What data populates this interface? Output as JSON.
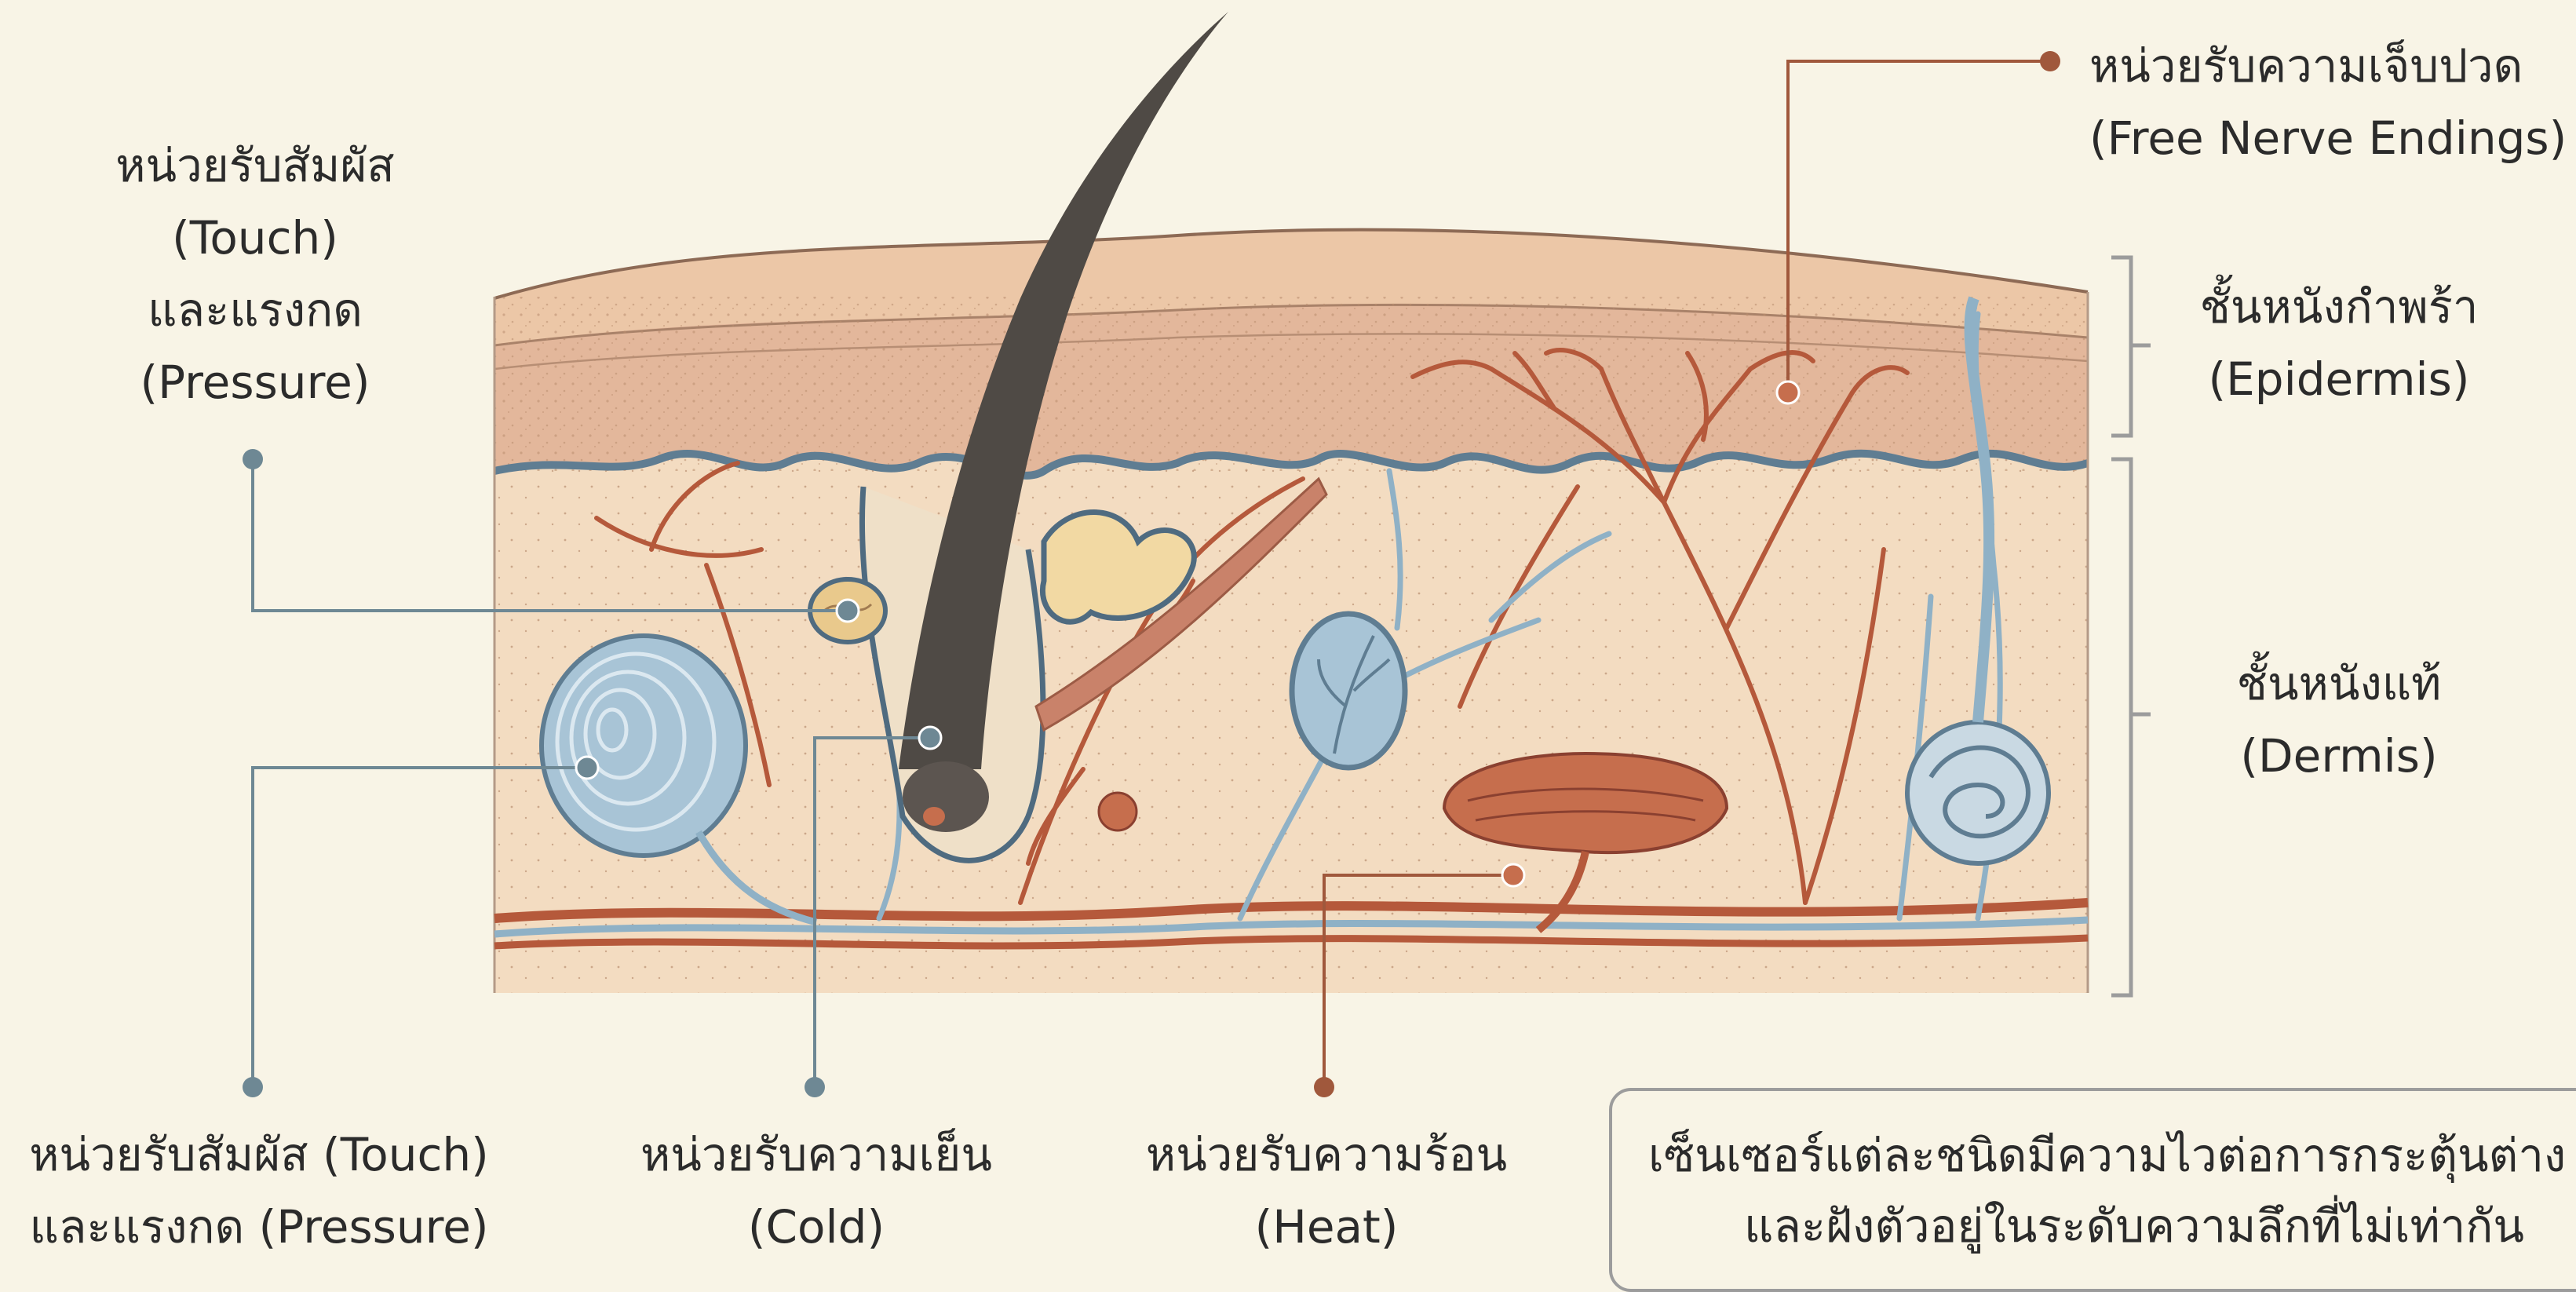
{
  "labels": {
    "touch_upper": {
      "line1": "หน่วยรับสัมผัส",
      "line2": "(Touch)",
      "line3": "และแรงกด",
      "line4": "(Pressure)"
    },
    "pain": {
      "line1": "หน่วยรับความเจ็บปวด",
      "line2": "(Free Nerve Endings)"
    },
    "epidermis": {
      "line1": "ชั้นหนังกำพร้า",
      "line2": "(Epidermis)"
    },
    "dermis": {
      "line1": "ชั้นหนังแท้",
      "line2": "(Dermis)"
    },
    "touch_lower": {
      "line1": "หน่วยรับสัมผัส (Touch)",
      "line2": "และแรงกด (Pressure)"
    },
    "cold": {
      "line1": "หน่วยรับความเย็น",
      "line2": "(Cold)"
    },
    "heat": {
      "line1": "หน่วยรับความร้อน",
      "line2": "(Heat)"
    }
  },
  "note": {
    "line1": "เซ็นเซอร์แต่ละชนิดมีความไวต่อการกระตุ้นต่าง",
    "line2": "และฝังตัวอยู่ในระดับความลึกที่ไม่เท่ากัน"
  },
  "colors": {
    "background": "#f8f4e6",
    "blue_leader": "#6e8894",
    "brown_leader": "#a0583c",
    "epidermis": "#e3b79b",
    "dermis": "#f3dcc1",
    "nerve_blue": "#8fb1c6",
    "vessel_red": "#b5593b",
    "hair": "#4f4a45"
  }
}
